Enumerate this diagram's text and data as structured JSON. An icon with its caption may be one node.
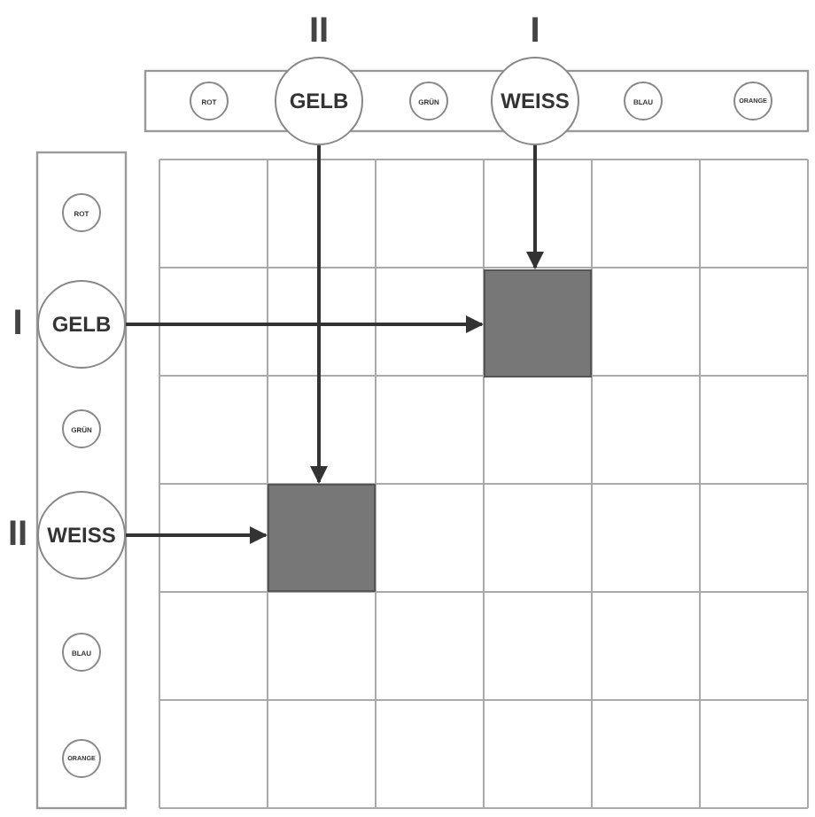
{
  "diagram": {
    "nodes": [
      {
        "text": [
          "ROT"
        ]
      },
      {
        "text": [
          "GELB"
        ],
        "beside": [
          "II"
        ]
      },
      {
        "text": [
          "GRÜN"
        ]
      },
      {
        "text": [
          "WEISS"
        ],
        "beside": [
          "I"
        ]
      },
      {
        "text": [
          "BLAU"
        ]
      },
      {
        "text": [
          "ORANGE"
        ]
      },
      {
        "text": [
          "ROT"
        ]
      },
      {
        "text": [
          "GELB"
        ],
        "beside": [
          "I"
        ]
      },
      {
        "text": [
          "GRÜN"
        ]
      },
      {
        "text": [
          "WEISS"
        ],
        "beside": [
          "II"
        ]
      },
      {
        "text": [
          "BLAU"
        ]
      },
      {
        "text": [
          "ORANGE"
        ]
      },
      {
        "text": [],
        "shape": "box"
      },
      {
        "text": [],
        "shape": "box"
      }
    ],
    "edges": [
      {
        "from": 1,
        "to": 13,
        "arrow": "to"
      },
      {
        "from": 3,
        "to": 12,
        "arrow": "to"
      },
      {
        "from": 7,
        "to": 12,
        "arrow": "to"
      },
      {
        "from": 9,
        "to": 13,
        "arrow": "to"
      }
    ]
  }
}
